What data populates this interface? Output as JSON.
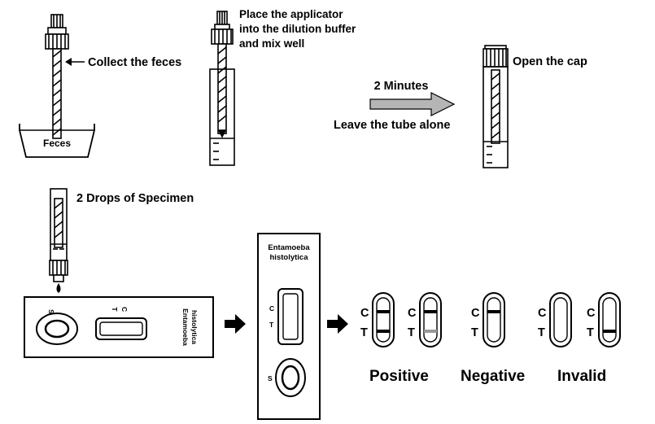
{
  "steps": {
    "collect": "Collect the feces",
    "feces": "Feces",
    "place_line1": "Place the applicator",
    "place_line2": "into the  dilution buffer",
    "place_line3": "and mix well",
    "minutes": "2 Minutes",
    "leave": "Leave the tube alone",
    "open": "Open the cap",
    "drops": "2 Drops of Specimen"
  },
  "cassette": {
    "name_line1": "Entamoeba",
    "name_line2": "histolytica",
    "c": "C",
    "t": "T",
    "s": "S"
  },
  "results": {
    "positive": "Positive",
    "negative": "Negative",
    "invalid": "Invalid",
    "c": "C",
    "t": "T"
  },
  "colors": {
    "ink": "#000000",
    "arrow_fill": "#b5b5b5",
    "faint_line": "#999999"
  }
}
